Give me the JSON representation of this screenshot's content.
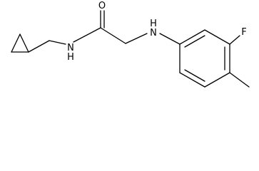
{
  "structure": {
    "atoms": {
      "oxygen": "O",
      "amide_nh": "N",
      "amide_h": "H",
      "amine_nh": "N",
      "amine_h": "H",
      "fluorine": "F"
    },
    "bond_color": "#000000",
    "background": "#ffffff"
  }
}
